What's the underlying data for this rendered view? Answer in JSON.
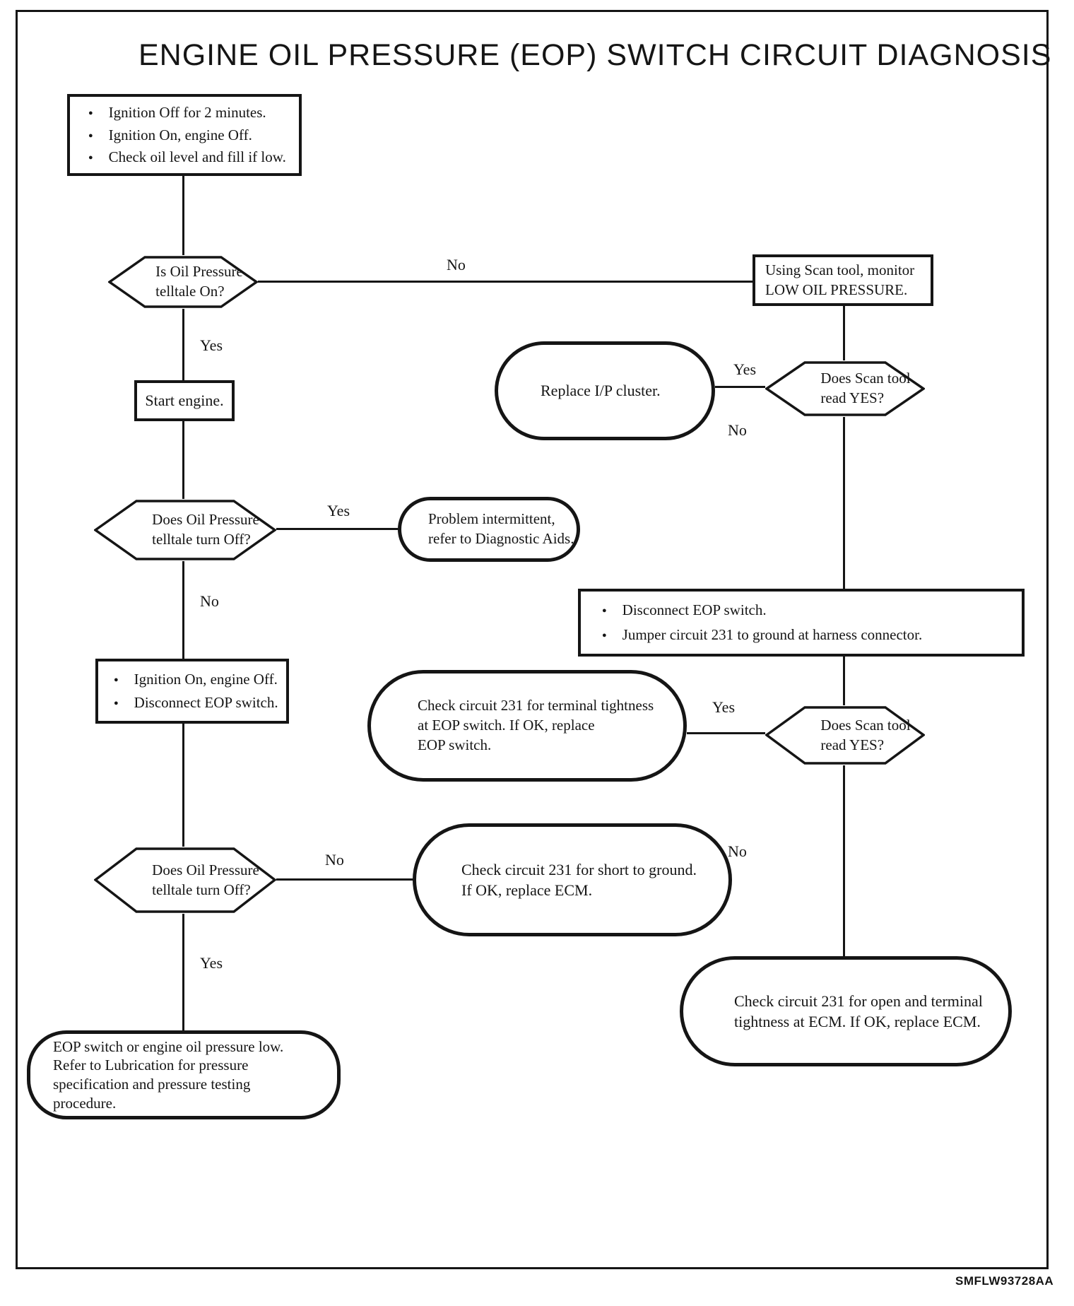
{
  "page": {
    "title": "ENGINE OIL PRESSURE (EOP) SWITCH CIRCUIT DIAGNOSIS",
    "figure_code": "SMFLW93728AA"
  },
  "colors": {
    "ink": "#151515",
    "paper": "#ffffff"
  },
  "nodes": {
    "prep": {
      "bullets": [
        "Ignition Off for 2 minutes.",
        "Ignition On, engine Off.",
        "Check oil level and fill if low."
      ]
    },
    "q_telltale_on": {
      "text": "Is Oil Pressure\ntelltale On?"
    },
    "scan_monitor": {
      "text": "Using Scan tool, monitor\nLOW OIL PRESSURE."
    },
    "q_scan_reads_yes_1": {
      "text": "Does Scan tool\nread YES?"
    },
    "replace_cluster": {
      "text": "Replace I/P cluster."
    },
    "start_engine": {
      "text": "Start engine."
    },
    "q_telltale_off_1": {
      "text": "Does Oil Pressure\ntelltale turn Off?"
    },
    "problem_intermittent": {
      "text": "Problem intermittent,\nrefer to Diagnostic Aids."
    },
    "disconnect_jumper": {
      "bullets": [
        "Disconnect EOP switch.",
        "Jumper circuit 231 to ground at harness connector."
      ]
    },
    "ignition_disconnect": {
      "bullets": [
        "Ignition On, engine Off.",
        "Disconnect EOP switch."
      ]
    },
    "check_terminal": {
      "text": "Check circuit 231 for terminal tightness\nat EOP switch. If OK, replace\nEOP switch."
    },
    "q_scan_reads_yes_2": {
      "text": "Does Scan tool\nread YES?"
    },
    "q_telltale_off_2": {
      "text": "Does Oil Pressure\ntelltale turn Off?"
    },
    "check_short": {
      "text": "Check circuit 231 for short to ground.\nIf OK, replace ECM."
    },
    "check_open": {
      "text": "Check circuit 231 for open and terminal\ntightness at ECM. If OK, replace ECM."
    },
    "eop_low": {
      "text": "EOP switch or engine oil pressure low.\nRefer to Lubrication for pressure\nspecification and pressure testing\nprocedure."
    }
  },
  "edge_labels": {
    "telltale_on_no": "No",
    "telltale_on_yes": "Yes",
    "scan1_yes": "Yes",
    "scan1_no": "No",
    "off1_yes": "Yes",
    "off1_no": "No",
    "scan2_yes": "Yes",
    "scan2_no": "No",
    "off2_no": "No",
    "off2_yes": "Yes"
  }
}
